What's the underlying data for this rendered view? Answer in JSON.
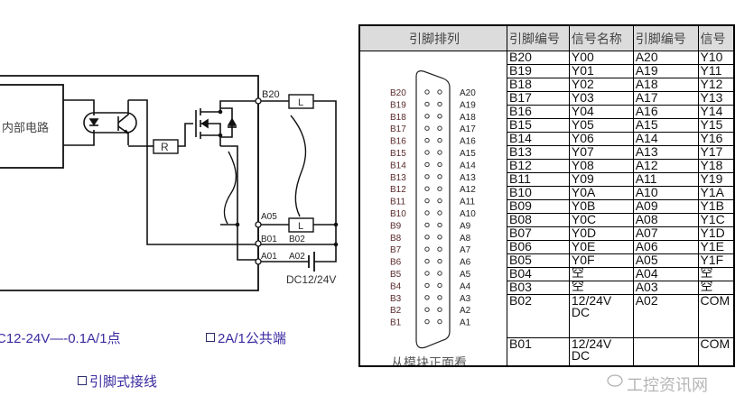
{
  "circuit": {
    "internal_circuit_label": "内部电路",
    "resistor_label": "R",
    "load_label": "L",
    "terminals": {
      "b20": "B20",
      "a05": "A05",
      "b01": "B01",
      "b02": "B02",
      "a01": "A01",
      "a02": "A02"
    },
    "supply_label": "DC12/24V"
  },
  "features": {
    "rating_point": "C12-24V—-0.1A/1点",
    "rating_common": "2A/1公共端",
    "wiring": "引脚式接线"
  },
  "pin_table": {
    "headers": {
      "arrangement": "引脚排列",
      "pin_no_1": "引脚编号",
      "signal_1": "信号名称",
      "pin_no_2": "引脚编号",
      "signal_2": "信号"
    },
    "rows": [
      {
        "b": "B20",
        "bs": "Y00",
        "a": "A20",
        "as": "Y10"
      },
      {
        "b": "B19",
        "bs": "Y01",
        "a": "A19",
        "as": "Y11"
      },
      {
        "b": "B18",
        "bs": "Y02",
        "a": "A18",
        "as": "Y12"
      },
      {
        "b": "B17",
        "bs": "Y03",
        "a": "A17",
        "as": "Y13"
      },
      {
        "b": "B16",
        "bs": "Y04",
        "a": "A16",
        "as": "Y14"
      },
      {
        "b": "B15",
        "bs": "Y05",
        "a": "A15",
        "as": "Y15"
      },
      {
        "b": "B14",
        "bs": "Y06",
        "a": "A14",
        "as": "Y16"
      },
      {
        "b": "B13",
        "bs": "Y07",
        "a": "A13",
        "as": "Y17"
      },
      {
        "b": "B12",
        "bs": "Y08",
        "a": "A12",
        "as": "Y18"
      },
      {
        "b": "B11",
        "bs": "Y09",
        "a": "A11",
        "as": "Y19"
      },
      {
        "b": "B10",
        "bs": "Y0A",
        "a": "A10",
        "as": "Y1A"
      },
      {
        "b": "B09",
        "bs": "Y0B",
        "a": "A09",
        "as": "Y1B"
      },
      {
        "b": "B08",
        "bs": "Y0C",
        "a": "A08",
        "as": "Y1C"
      },
      {
        "b": "B07",
        "bs": "Y0D",
        "a": "A07",
        "as": "Y1D"
      },
      {
        "b": "B06",
        "bs": "Y0E",
        "a": "A06",
        "as": "Y1E"
      },
      {
        "b": "B05",
        "bs": "Y0F",
        "a": "A05",
        "as": "Y1F"
      },
      {
        "b": "B04",
        "bs": "空",
        "a": "A04",
        "as": "空"
      },
      {
        "b": "B03",
        "bs": "空",
        "a": "A03",
        "as": "空"
      },
      {
        "b": "B02",
        "bs": "12/24V DC",
        "a": "A02",
        "as": "COM"
      },
      {
        "b": "B01",
        "bs": "12/24V DC",
        "a": "",
        "as": "COM"
      }
    ],
    "connector": {
      "b_labels": [
        "B20",
        "B19",
        "B18",
        "B17",
        "B16",
        "B15",
        "B14",
        "B13",
        "B12",
        "B11",
        "B10",
        "B9",
        "B8",
        "B7",
        "B6",
        "B5",
        "B4",
        "B3",
        "B2",
        "B1"
      ],
      "a_labels": [
        "A20",
        "A19",
        "A18",
        "A17",
        "A16",
        "A15",
        "A14",
        "A13",
        "A12",
        "A11",
        "A10",
        "A9",
        "A8",
        "A7",
        "A6",
        "A5",
        "A4",
        "A3",
        "A2",
        "A1"
      ],
      "caption": "从模块正面看"
    }
  },
  "watermark": "工控资讯网"
}
